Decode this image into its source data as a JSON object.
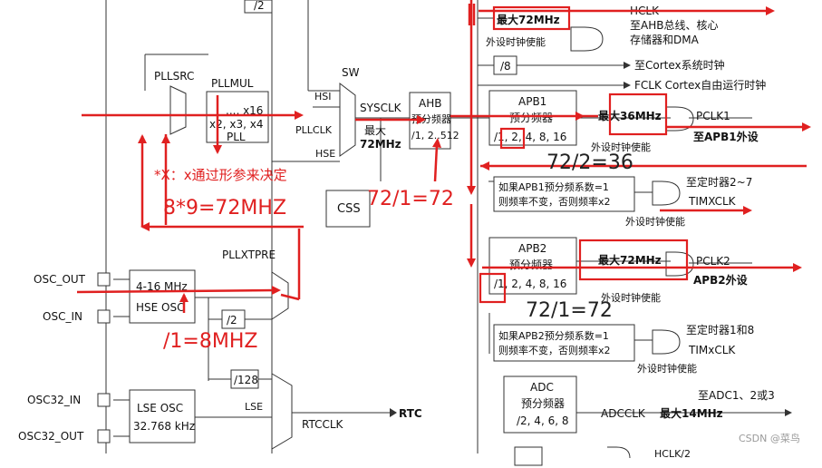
{
  "labels": {
    "div2_top": "/2",
    "pllsrc": "PLLSRC",
    "pllmul": "PLLMUL",
    "pll_factors_1": "..., x16",
    "pll_factors_2": "x2, x3, x4",
    "pll": "PLL",
    "hsi": "HSI",
    "sw": "SW",
    "sysclk": "SYSCLK",
    "pllclk": "PLLCLK",
    "max_label": "最大",
    "sysclk_max": "72MHz",
    "hse": "HSE",
    "css": "CSS",
    "pllxtpre": "PLLXTPRE",
    "osc_out": "OSC_OUT",
    "osc_in": "OSC_IN",
    "hse_osc_1": "4-16 MHz",
    "hse_osc_2": "HSE OSC",
    "div2_hse": "/2",
    "div128": "/128",
    "osc32_in": "OSC32_IN",
    "osc32_out": "OSC32_OUT",
    "lse_osc_1": "LSE OSC",
    "lse_osc_2": "32.768 kHz",
    "lse": "LSE",
    "rtcclk": "RTCCLK",
    "rtc": "RTC",
    "ahb": "AHB",
    "ahb_pre": "预分频器",
    "ahb_div": "/1, 2..512",
    "hclk_max": "最大72MHz",
    "hclk": "HCLK",
    "hclk_desc_1": "至AHB总线、核心",
    "hclk_desc_2": "存储器和DMA",
    "periph_enable": "外设时钟使能",
    "div8": "/8",
    "cortex_timer": "至Cortex系统时钟",
    "fclk": "FCLK Cortex自由运行时钟",
    "apb1": "APB1",
    "apb1_pre": "预分频器",
    "apb1_div": "/1, 2, 4, 8, 16",
    "pclk1_max": "最大36MHz",
    "pclk1": "PCLK1",
    "pclk1_desc": "至APB1外设",
    "apb1_note_1": "如果APB1预分频系数=1",
    "apb1_note_2": "则频率不变，否则频率x2",
    "tim27": "至定时器2~7",
    "timxclk": "TIMXCLK",
    "apb2": "APB2",
    "apb2_pre": "预分频器",
    "apb2_div": "/1, 2, 4, 8, 16",
    "pclk2_max": "最大72MHz",
    "pclk2": "PCLK2",
    "pclk2_desc": "APB2外设",
    "apb2_note_1": "如果APB2预分频系数=1",
    "apb2_note_2": "则频率不变，否则频率x2",
    "tim18": "至定时器1和8",
    "timxclk2": "TIMxCLK",
    "adc": "ADC",
    "adc_pre": "预分频器",
    "adc_div": "/2, 4, 6, 8",
    "adcclk": "ADCCLK",
    "adc_max": "最大14MHz",
    "adc_desc": "至ADC1、2或3",
    "hclk2": "HCLK/2"
  },
  "annotations": {
    "x_note": "*X：x通过形参来决定",
    "pll_calc": "8*9=72MHZ",
    "ahb_calc": "72/1=72",
    "hse_calc": "/1=8MHZ",
    "apb1_calc": "72/2=36",
    "apb2_calc": "72/1=72"
  },
  "watermark": "CSDN @菜鸟",
  "colors": {
    "annotation": "#e02020",
    "line": "#333333"
  }
}
